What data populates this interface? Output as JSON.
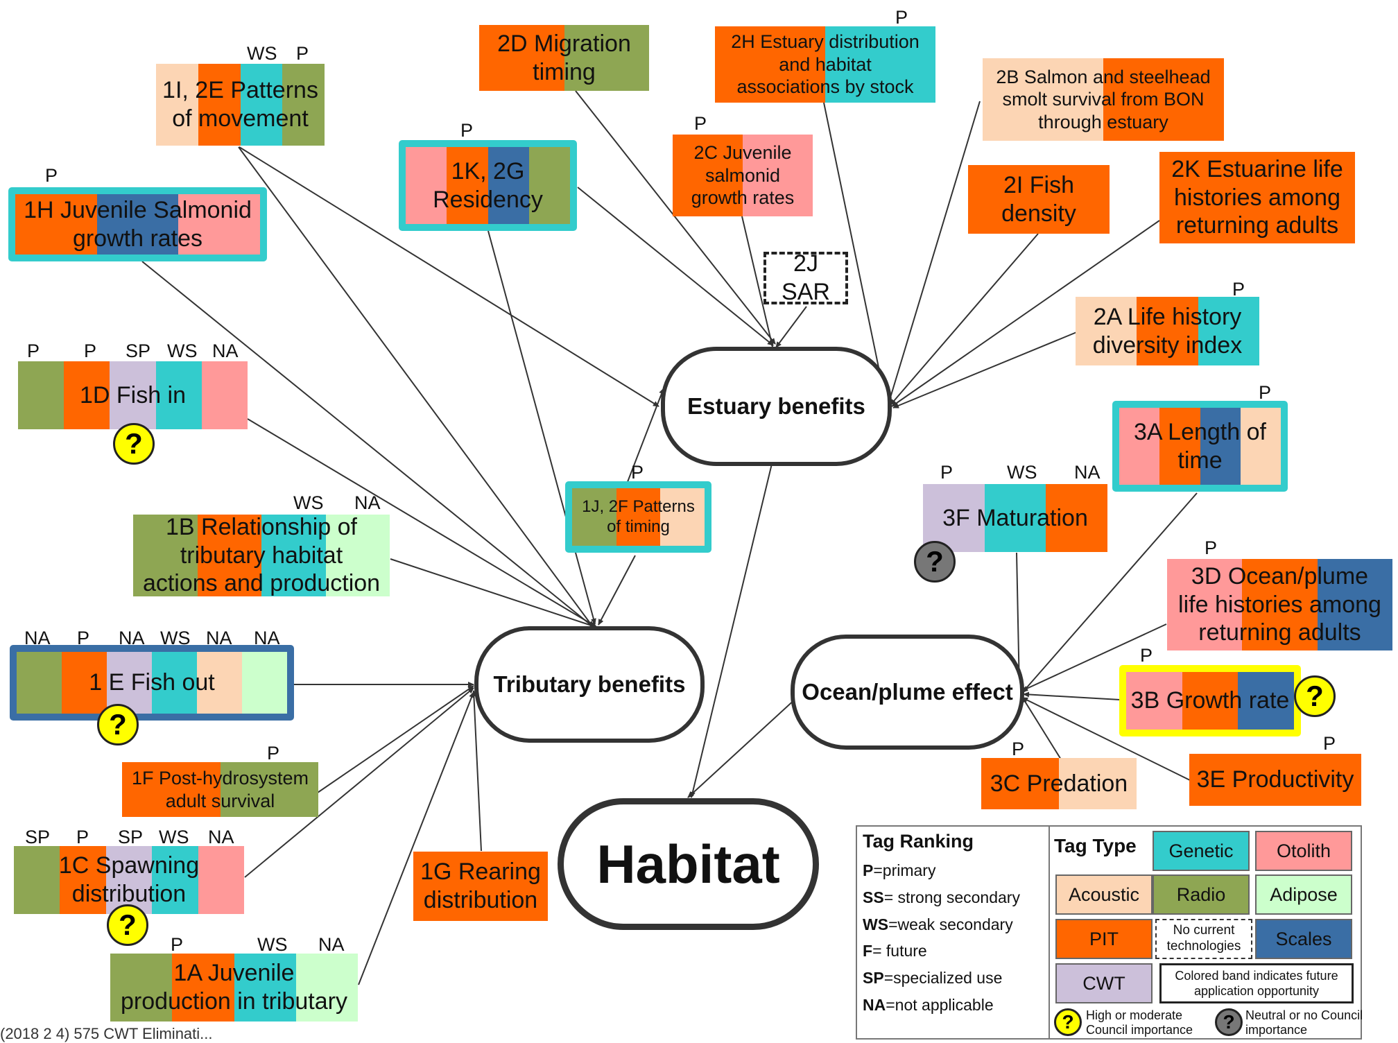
{
  "colors": {
    "genetic": "#33cccc",
    "otolith": "#ff9999",
    "acoustic": "#fcd5b4",
    "radio": "#8ea653",
    "adipose": "#ccffcc",
    "pit": "#ff6600",
    "scales": "#3a6ea5",
    "cwt": "#ccc0da",
    "band_genetic": "#33cccc",
    "band_scales": "#3a6ea5",
    "band_yellow": "#ffff00"
  },
  "nodes": {
    "estuary": "Estuary benefits",
    "tributary": "Tributary benefits",
    "ocean": "Ocean/plume effect",
    "habitat": "Habitat"
  },
  "boxes": {
    "b1I2E": {
      "label": "1I, 2E Patterns\nof movement",
      "tags": [
        "WS",
        "P"
      ],
      "fill": [
        "acoustic",
        "pit",
        "genetic",
        "radio"
      ]
    },
    "b2D": {
      "label": "2D Migration\ntiming",
      "tags": [],
      "fill": [
        "pit",
        "radio"
      ]
    },
    "b2H": {
      "label": "2H Estuary distribution\nand habitat\nassociations by stock",
      "tags": [
        "P"
      ],
      "fill": [
        "pit",
        "genetic"
      ]
    },
    "b2B": {
      "label": "2B Salmon and steelhead\nsmolt survival from BON\nthrough estuary",
      "tags": [],
      "fill": [
        "acoustic",
        "pit"
      ]
    },
    "b1K2G": {
      "label": "1K, 2G\nResidency",
      "tags": [
        "P"
      ],
      "fill": [
        "otolith",
        "pit",
        "scales",
        "radio"
      ],
      "band": "band_genetic"
    },
    "b2C": {
      "label": "2C Juvenile\nsalmonid\ngrowth rates",
      "tags": [
        "P"
      ],
      "fill": [
        "pit",
        "otolith"
      ]
    },
    "b2I": {
      "label": "2I Fish\ndensity",
      "tags": [],
      "fill": [
        "pit"
      ]
    },
    "b2K": {
      "label": "2K Estuarine life\nhistories among\nreturning adults",
      "tags": [],
      "fill": [
        "pit"
      ]
    },
    "b1H": {
      "label": "1H Juvenile Salmonid\ngrowth rates",
      "tags": [
        "P"
      ],
      "fill": [
        "pit",
        "scales",
        "otolith"
      ],
      "band": "band_genetic"
    },
    "b2J": {
      "label": "2J SAR",
      "tags": [],
      "fill": [],
      "dashed": true
    },
    "b2A": {
      "label": "2A Life history\ndiversity index",
      "tags": [
        "P"
      ],
      "fill": [
        "acoustic",
        "pit",
        "genetic"
      ]
    },
    "b1D": {
      "label": "1D Fish in",
      "tags": [
        "P",
        "P",
        "SP",
        "WS",
        "NA"
      ],
      "fill": [
        "radio",
        "pit",
        "cwt",
        "genetic",
        "otolith"
      ]
    },
    "b3A": {
      "label": "3A Length of\ntime",
      "tags": [
        "P"
      ],
      "fill": [
        "otolith",
        "pit",
        "scales",
        "acoustic"
      ],
      "band": "band_genetic"
    },
    "b1J2F": {
      "label": "1J, 2F Patterns\nof timing",
      "tags": [
        "P"
      ],
      "fill": [
        "radio",
        "pit",
        "acoustic"
      ],
      "band": "band_genetic"
    },
    "b3F": {
      "label": "3F Maturation",
      "tags": [
        "P",
        "WS",
        "NA"
      ],
      "fill": [
        "cwt",
        "genetic",
        "pit"
      ]
    },
    "b1B": {
      "label": "1B Relationship of\ntributary habitat\nactions and production",
      "tags": [
        "WS",
        "NA"
      ],
      "fill": [
        "radio",
        "pit",
        "genetic",
        "adipose"
      ]
    },
    "b3D": {
      "label": "3D Ocean/plume\nlife histories among\nreturning adults",
      "tags": [
        "P"
      ],
      "fill": [
        "otolith",
        "pit",
        "scales"
      ]
    },
    "b1E": {
      "label": "1 E Fish out",
      "tags": [
        "NA",
        "P",
        "NA",
        "WS",
        "NA",
        "NA"
      ],
      "fill": [
        "radio",
        "pit",
        "cwt",
        "genetic",
        "acoustic",
        "adipose"
      ],
      "band": "band_scales"
    },
    "b3B": {
      "label": "3B Growth rate",
      "tags": [
        "P"
      ],
      "fill": [
        "otolith",
        "pit",
        "scales"
      ],
      "band": "band_yellow"
    },
    "b1F": {
      "label": "1F Post-hydrosystem\nadult survival",
      "tags": [
        "P"
      ],
      "fill": [
        "pit",
        "radio"
      ]
    },
    "b3C": {
      "label": "3C Predation",
      "tags": [
        "P"
      ],
      "fill": [
        "pit",
        "acoustic"
      ]
    },
    "b3E": {
      "label": "3E Productivity",
      "tags": [
        "P"
      ],
      "fill": [
        "pit"
      ]
    },
    "b1C": {
      "label": "1C Spawning\ndistribution",
      "tags": [
        "SP",
        "P",
        "SP",
        "WS",
        "NA"
      ],
      "fill": [
        "radio",
        "pit",
        "cwt",
        "genetic",
        "otolith"
      ]
    },
    "b1G": {
      "label": "1G Rearing\ndistribution",
      "tags": [],
      "fill": [
        "pit"
      ]
    },
    "b1A": {
      "label": "1A Juvenile\nproduction in tributary",
      "tags": [
        "P",
        "WS",
        "NA"
      ],
      "fill": [
        "radio",
        "pit",
        "genetic",
        "adipose"
      ]
    }
  },
  "question_marks": {
    "q1D": "?",
    "q1E": "?",
    "q1C": "?",
    "q3F": "?",
    "q3B": "?"
  },
  "legend": {
    "ranking_title": "Tag Ranking",
    "ranking": [
      {
        "code": "P",
        "text": "=primary"
      },
      {
        "code": "SS",
        "text": "= strong secondary"
      },
      {
        "code": "WS",
        "text": "=weak secondary"
      },
      {
        "code": "F",
        "text": "= future"
      },
      {
        "code": "SP",
        "text": "=specialized use"
      },
      {
        "code": "NA",
        "text": "=not applicable"
      }
    ],
    "type_title": "Tag Type",
    "types": {
      "genetic": "Genetic",
      "otolith": "Otolith",
      "acoustic": "Acoustic",
      "radio": "Radio",
      "adipose": "Adipose",
      "pit": "PIT",
      "none": "No current technologies",
      "scales": "Scales",
      "cwt": "CWT"
    },
    "band_note": "Colored band indicates future application opportunity",
    "high_label": "High or moderate Council importance",
    "neutral_label": "Neutral or no Council importance"
  },
  "footer": "(2018 2 4) 575 CWT Eliminati..."
}
